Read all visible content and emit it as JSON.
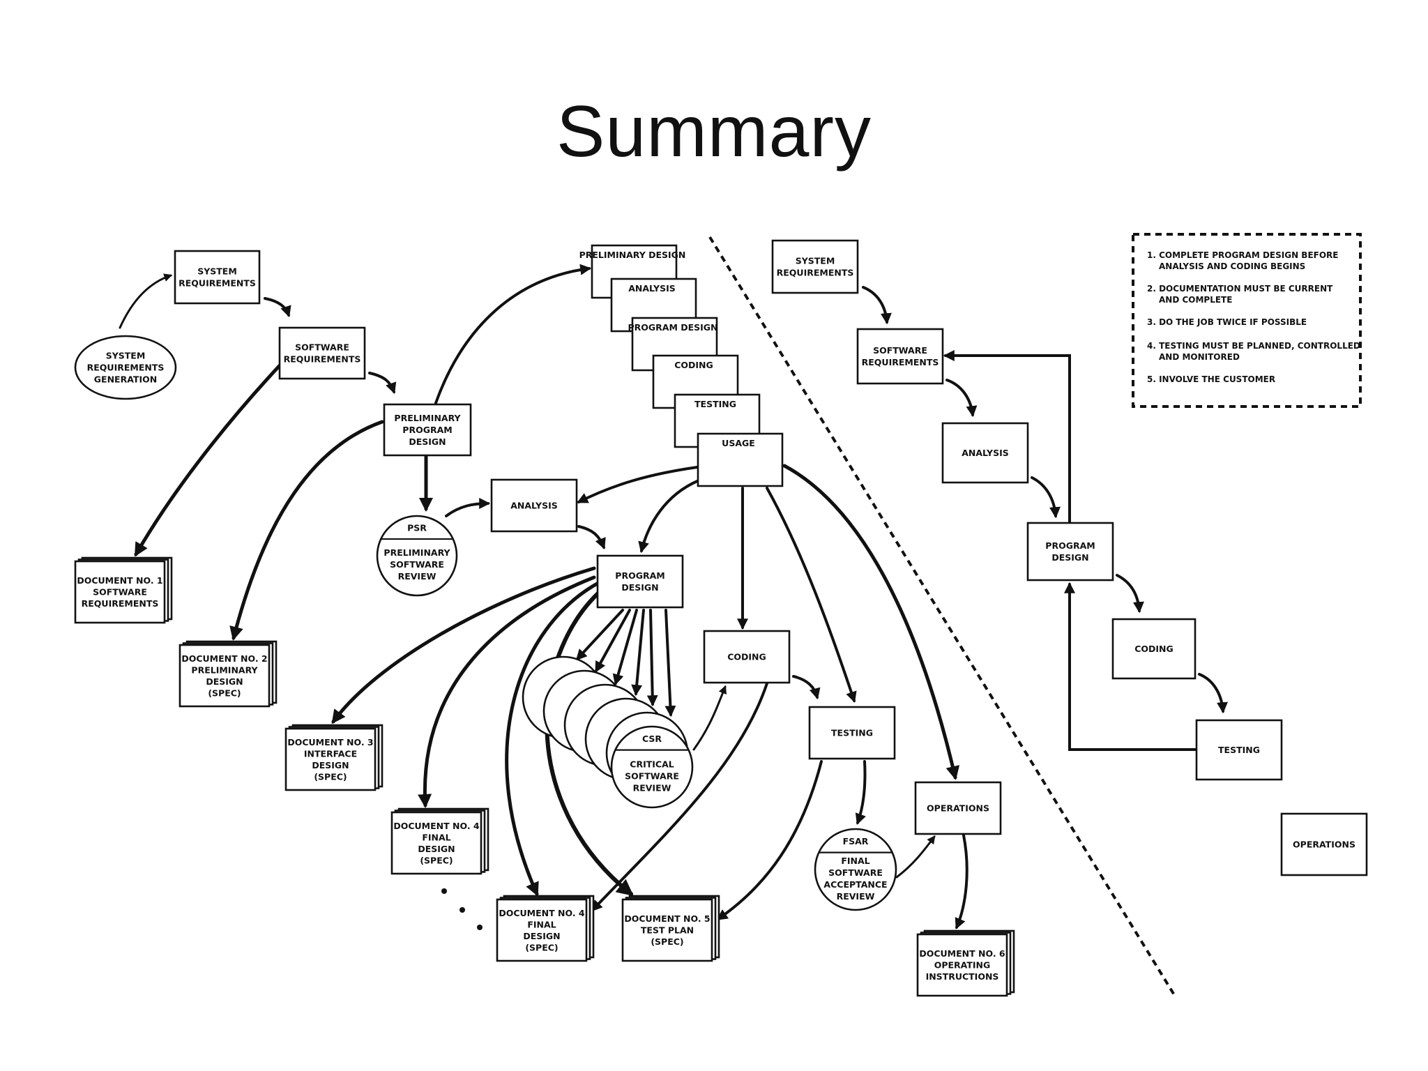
{
  "slide": {
    "title": "Summary"
  },
  "left": {
    "system_requirements_generation": [
      "SYSTEM",
      "REQUIREMENTS",
      "GENERATION"
    ],
    "system_requirements": [
      "SYSTEM",
      "REQUIREMENTS"
    ],
    "software_requirements": [
      "SOFTWARE",
      "REQUIREMENTS"
    ],
    "preliminary_program_design": [
      "PRELIMINARY",
      "PROGRAM",
      "DESIGN"
    ],
    "psr": {
      "top": "PSR",
      "bottom": [
        "PRELIMINARY",
        "SOFTWARE",
        "REVIEW"
      ]
    },
    "analysis": [
      "ANALYSIS"
    ],
    "program_design": [
      "PROGRAM",
      "DESIGN"
    ],
    "stack": [
      "PRELIMINARY DESIGN",
      "ANALYSIS",
      "PROGRAM DESIGN",
      "CODING",
      "TESTING",
      "USAGE"
    ],
    "coding": [
      "CODING"
    ],
    "testing": [
      "TESTING"
    ],
    "operations": [
      "OPERATIONS"
    ],
    "csr": {
      "top": "CSR",
      "bottom": [
        "CRITICAL",
        "SOFTWARE",
        "REVIEW"
      ]
    },
    "fsar": {
      "top": "FSAR",
      "bottom": [
        "FINAL",
        "SOFTWARE",
        "ACCEPTANCE",
        "REVIEW"
      ]
    },
    "documents": {
      "doc1": [
        "DOCUMENT NO. 1",
        "SOFTWARE",
        "REQUIREMENTS"
      ],
      "doc2": [
        "DOCUMENT NO. 2",
        "PRELIMINARY",
        "DESIGN",
        "(SPEC)"
      ],
      "doc3": [
        "DOCUMENT NO. 3",
        "INTERFACE",
        "DESIGN",
        "(SPEC)"
      ],
      "doc4a": [
        "DOCUMENT NO. 4",
        "FINAL",
        "DESIGN",
        "(SPEC)"
      ],
      "doc4b": [
        "DOCUMENT NO. 4",
        "FINAL",
        "DESIGN",
        "(SPEC)"
      ],
      "doc5": [
        "DOCUMENT NO. 5",
        "TEST PLAN",
        "(SPEC)"
      ],
      "doc6": [
        "DOCUMENT NO. 6",
        "OPERATING",
        "INSTRUCTIONS"
      ]
    }
  },
  "right": {
    "system_requirements": [
      "SYSTEM",
      "REQUIREMENTS"
    ],
    "software_requirements": [
      "SOFTWARE",
      "REQUIREMENTS"
    ],
    "analysis": [
      "ANALYSIS"
    ],
    "program_design": [
      "PROGRAM",
      "DESIGN"
    ],
    "coding": [
      "CODING"
    ],
    "testing": [
      "TESTING"
    ],
    "operations": [
      "OPERATIONS"
    ]
  },
  "notes": [
    [
      "1. COMPLETE PROGRAM DESIGN BEFORE",
      "ANALYSIS AND CODING BEGINS"
    ],
    [
      "2. DOCUMENTATION MUST BE CURRENT",
      "AND COMPLETE"
    ],
    [
      "3. DO THE JOB TWICE IF POSSIBLE"
    ],
    [
      "4. TESTING MUST BE PLANNED, CONTROLLED",
      "AND MONITORED"
    ],
    [
      "5. INVOLVE THE CUSTOMER"
    ]
  ]
}
